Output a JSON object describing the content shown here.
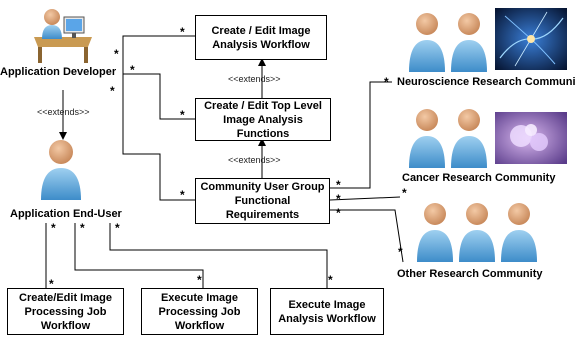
{
  "actors": {
    "developer": "Application Developer",
    "end_user": "Application End-User",
    "neuro": "Neuroscience Research Community",
    "cancer": "Cancer Research Community",
    "other": "Other Research Community"
  },
  "use_cases": {
    "create_workflow": "Create / Edit Image Analysis Workflow",
    "top_level": "Create / Edit Top Level Image Analysis Functions",
    "community": "Community User Group Functional Requirements",
    "job_workflow": "Create/Edit Image Processing Job Workflow",
    "execute_job": "Execute Image Processing Job Workflow",
    "execute_analysis": "Execute Image Analysis Workflow"
  },
  "relations": {
    "extends": "<<extends>>",
    "multiplicity": "*"
  }
}
